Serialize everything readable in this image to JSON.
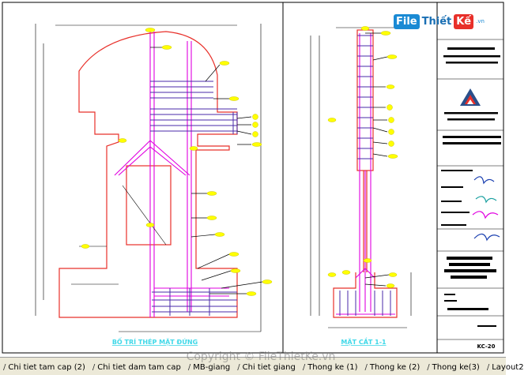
{
  "drawing": {
    "title_left": "BỐ TRÍ THÉP MẶT ĐỨNG",
    "title_right": "MẶT CẮT 1-1",
    "sheet_no": "KC-20",
    "colors": {
      "outline": "#e8302a",
      "rebar": "#e000e0",
      "stirrup": "#4a2aa8",
      "leader": "#000000",
      "label_dot": "#ffff00",
      "title": "#3fd8e8",
      "dim": "#000000"
    }
  },
  "logo": {
    "part1": "File",
    "part2": "Thiết",
    "part3": "Kế",
    "suffix": ".vn"
  },
  "watermark": "Copyright © FileThietKe.vn",
  "tabs": [
    {
      "label": "Chi tiet tam cap (2)",
      "active": false
    },
    {
      "label": "Chi tiet dam tam cap",
      "active": false
    },
    {
      "label": "MB-giang",
      "active": false
    },
    {
      "label": "Chi tiet giang",
      "active": false
    },
    {
      "label": "Thong ke (1)",
      "active": false
    },
    {
      "label": "Thong ke (2)",
      "active": false
    },
    {
      "label": "Thong ke(3)",
      "active": false
    },
    {
      "label": "Layout2",
      "active": false
    }
  ]
}
